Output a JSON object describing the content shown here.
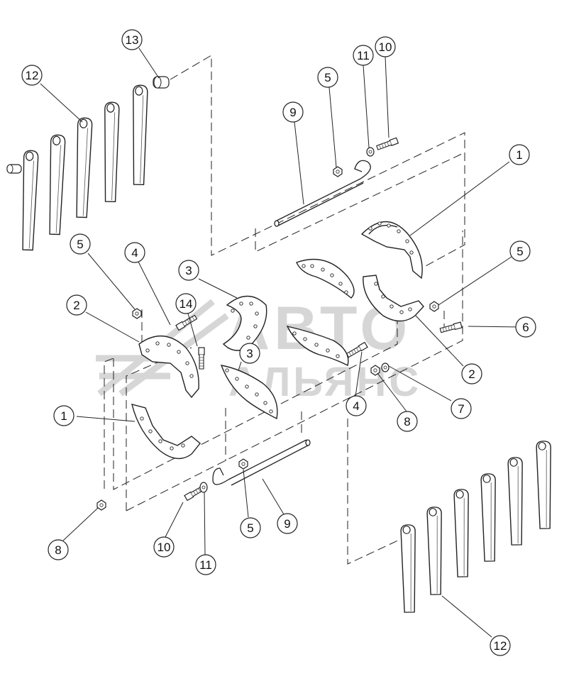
{
  "diagram": {
    "callouts": [
      {
        "id": "c13",
        "label": "13"
      },
      {
        "id": "c12a",
        "label": "12"
      },
      {
        "id": "c11a",
        "label": "11"
      },
      {
        "id": "c10a",
        "label": "10"
      },
      {
        "id": "c5a",
        "label": "5"
      },
      {
        "id": "c9a",
        "label": "9"
      },
      {
        "id": "c1a",
        "label": "1"
      },
      {
        "id": "c5b",
        "label": "5"
      },
      {
        "id": "c4a",
        "label": "4"
      },
      {
        "id": "c3a",
        "label": "3"
      },
      {
        "id": "c5c",
        "label": "5"
      },
      {
        "id": "c2a",
        "label": "2"
      },
      {
        "id": "c14",
        "label": "14"
      },
      {
        "id": "c3b",
        "label": "3"
      },
      {
        "id": "c6",
        "label": "6"
      },
      {
        "id": "c2b",
        "label": "2"
      },
      {
        "id": "c4b",
        "label": "4"
      },
      {
        "id": "c8a",
        "label": "8"
      },
      {
        "id": "c7",
        "label": "7"
      },
      {
        "id": "c1b",
        "label": "1"
      },
      {
        "id": "c8b",
        "label": "8"
      },
      {
        "id": "c10b",
        "label": "10"
      },
      {
        "id": "c11b",
        "label": "11"
      },
      {
        "id": "c5d",
        "label": "5"
      },
      {
        "id": "c9b",
        "label": "9"
      },
      {
        "id": "c12b",
        "label": "12"
      }
    ],
    "watermark": {
      "line1": "АВТО",
      "line2": "АЛЬЯНС"
    }
  }
}
